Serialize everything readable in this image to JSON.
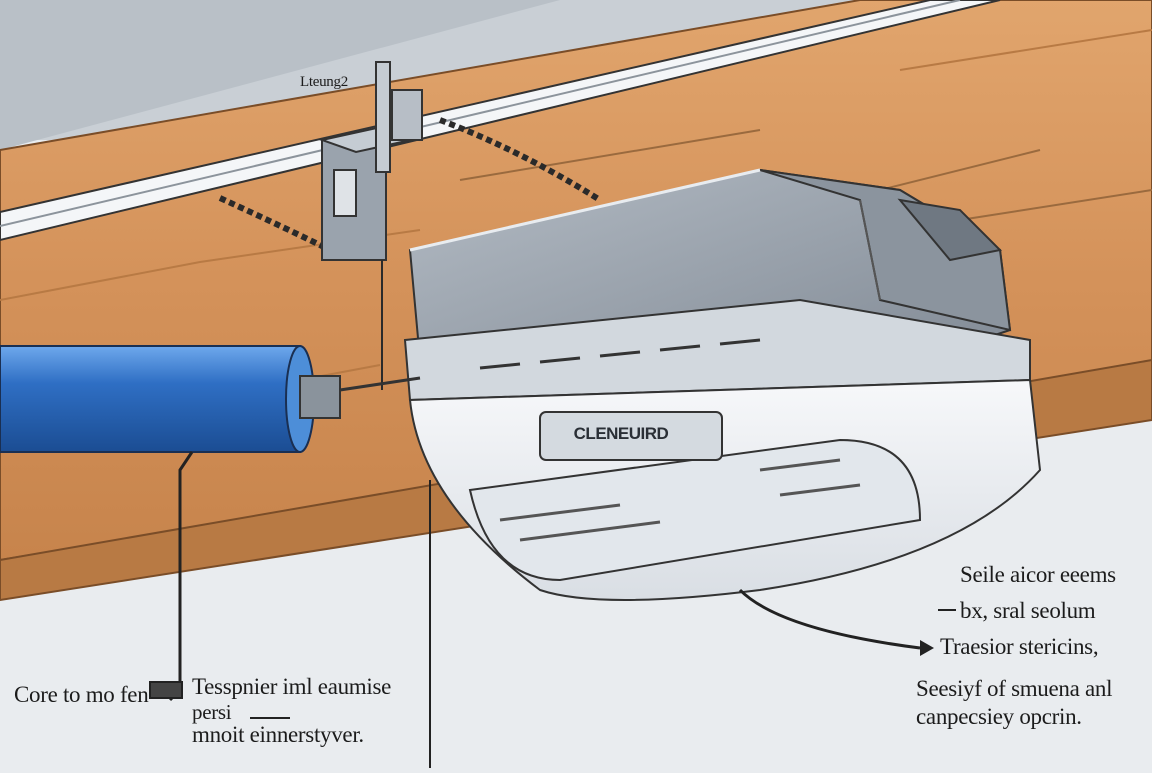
{
  "labels": {
    "top": "Lteung2",
    "left": "Core to mo fen",
    "middle_line1": "Tesspnier iml eaumise",
    "middle_line2": "persi",
    "middle_line3": "mnoit einnerstyver.",
    "right_line1": "Seile aicor eeems",
    "right_line2": "bx, sral seolum",
    "right_line3": "Traesior stericins,",
    "right_line4": "Seesiyf of smuena anl",
    "right_line5": "canpecsiey opcrin."
  },
  "device": {
    "brand": "CLENEUIRD"
  },
  "colors": {
    "wall": "#e9ecef",
    "beam_wood": "#d79a63",
    "rail": "#f4f6f8",
    "housing": "#9aa3ad",
    "cover": "#eef1f4",
    "tube": "#2f6fc4"
  }
}
